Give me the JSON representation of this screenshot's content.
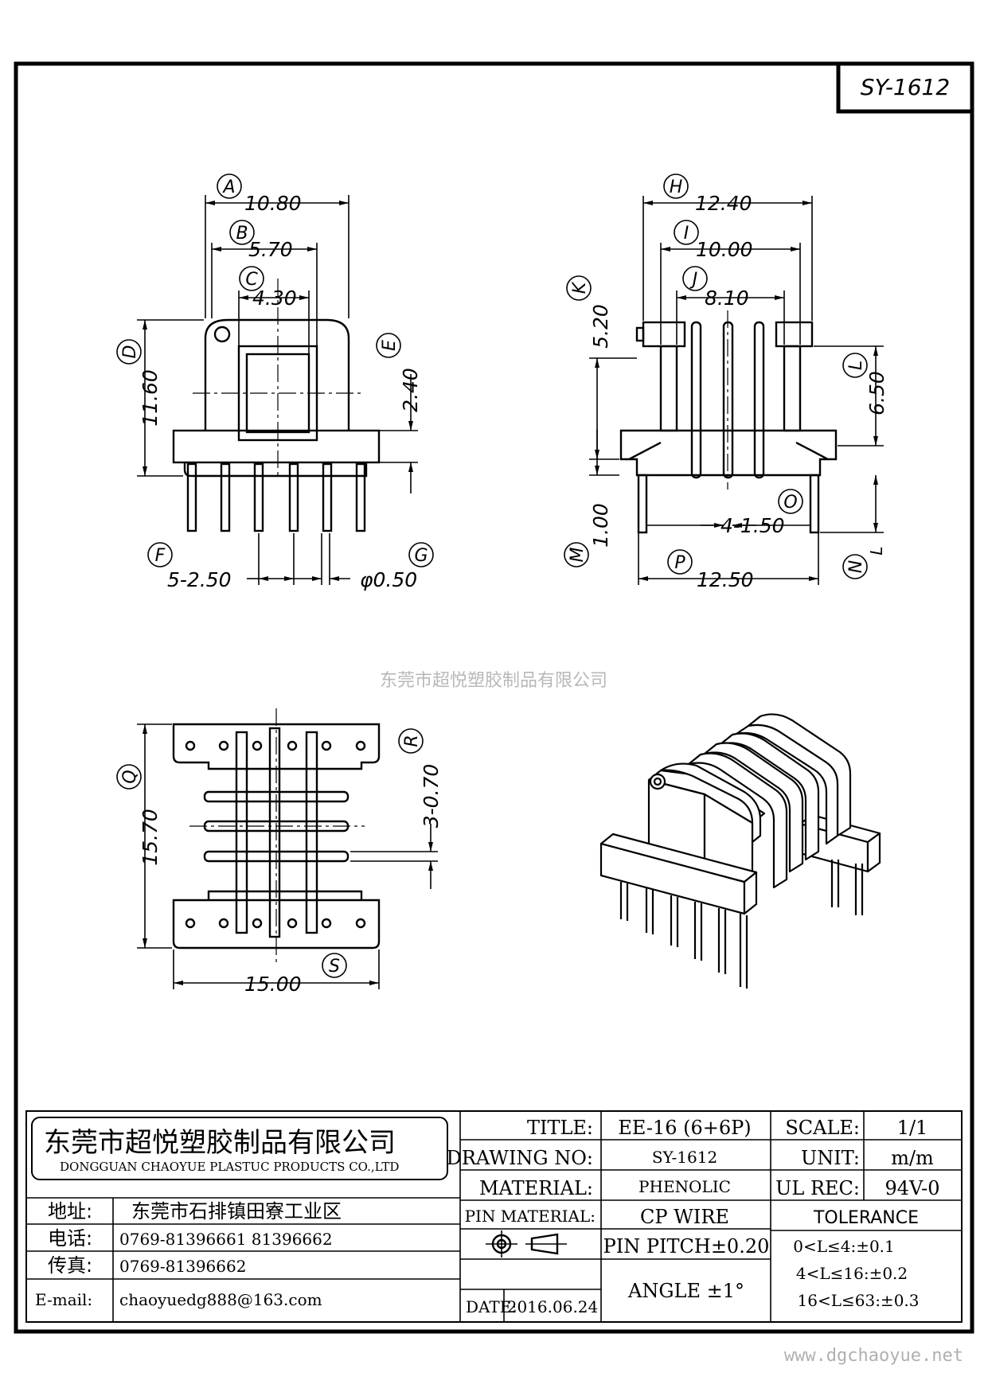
{
  "drawing": {
    "code_box": "SY-1612",
    "watermark": "东莞市超悦塑胶制品有限公司",
    "website": "www.dgchaoyue.net"
  },
  "dimensions": {
    "A": {
      "letter": "A",
      "value": "10.80"
    },
    "B": {
      "letter": "B",
      "value": "5.70"
    },
    "C": {
      "letter": "C",
      "value": "4.30"
    },
    "D": {
      "letter": "D",
      "value": "11.60"
    },
    "E": {
      "letter": "E",
      "value": "2.40"
    },
    "F": {
      "letter": "F",
      "value": "5-2.50"
    },
    "G": {
      "letter": "G",
      "value": "φ0.50"
    },
    "H": {
      "letter": "H",
      "value": "12.40"
    },
    "I": {
      "letter": "I",
      "value": "10.00"
    },
    "J": {
      "letter": "J",
      "value": "8.10"
    },
    "K": {
      "letter": "K",
      "value": "5.20"
    },
    "L": {
      "letter": "L",
      "value": "6.50"
    },
    "M": {
      "letter": "M",
      "value": "1.00"
    },
    "N": {
      "letter": "N",
      "value": "L",
      "sub": "L"
    },
    "O": {
      "letter": "O",
      "value": "4-1.50"
    },
    "P": {
      "letter": "P",
      "value": "12.50"
    },
    "Q": {
      "letter": "Q",
      "value": "15.70"
    },
    "R": {
      "letter": "R",
      "value": "3-0.70"
    },
    "S": {
      "letter": "S",
      "value": "15.00"
    }
  },
  "title_block": {
    "company_cn": "东莞市超悦塑胶制品有限公司",
    "company_en": "DONGGUAN CHAOYUE PLASTUC PRODUCTS CO.,LTD",
    "address_label": "地址:",
    "address_value": "东莞市石排镇田寮工业区",
    "phone_label": "电话:",
    "phone_value": "0769-81396661  81396662",
    "fax_label": "传真:",
    "fax_value": "0769-81396662",
    "email_label": "E-mail:",
    "email_value": "chaoyuedg888@163.com",
    "title_label": "TITLE:",
    "title_value": "EE-16 (6+6P)",
    "drawing_no_label": "DRAWING NO:",
    "drawing_no_value": "SY-1612",
    "material_label": "MATERIAL:",
    "material_value": "PHENOLIC",
    "pin_material_label": "PIN MATERIAL:",
    "pin_material_value": "CP WIRE",
    "pin_pitch": "PIN PITCH±0.20",
    "date_label": "DATE:",
    "date_value": "2016.06.24",
    "angle": "ANGLE  ±1°",
    "scale_label": "SCALE:",
    "scale_value": "1/1",
    "unit_label": "UNIT:",
    "unit_value": "m/m",
    "ul_label": "UL REC:",
    "ul_value": "94V-0",
    "tolerance_label": "TOLERANCE",
    "tolerance_1": "0<L≤4:±0.1",
    "tolerance_2": "4<L≤16:±0.2",
    "tolerance_3": "16<L≤63:±0.3"
  }
}
